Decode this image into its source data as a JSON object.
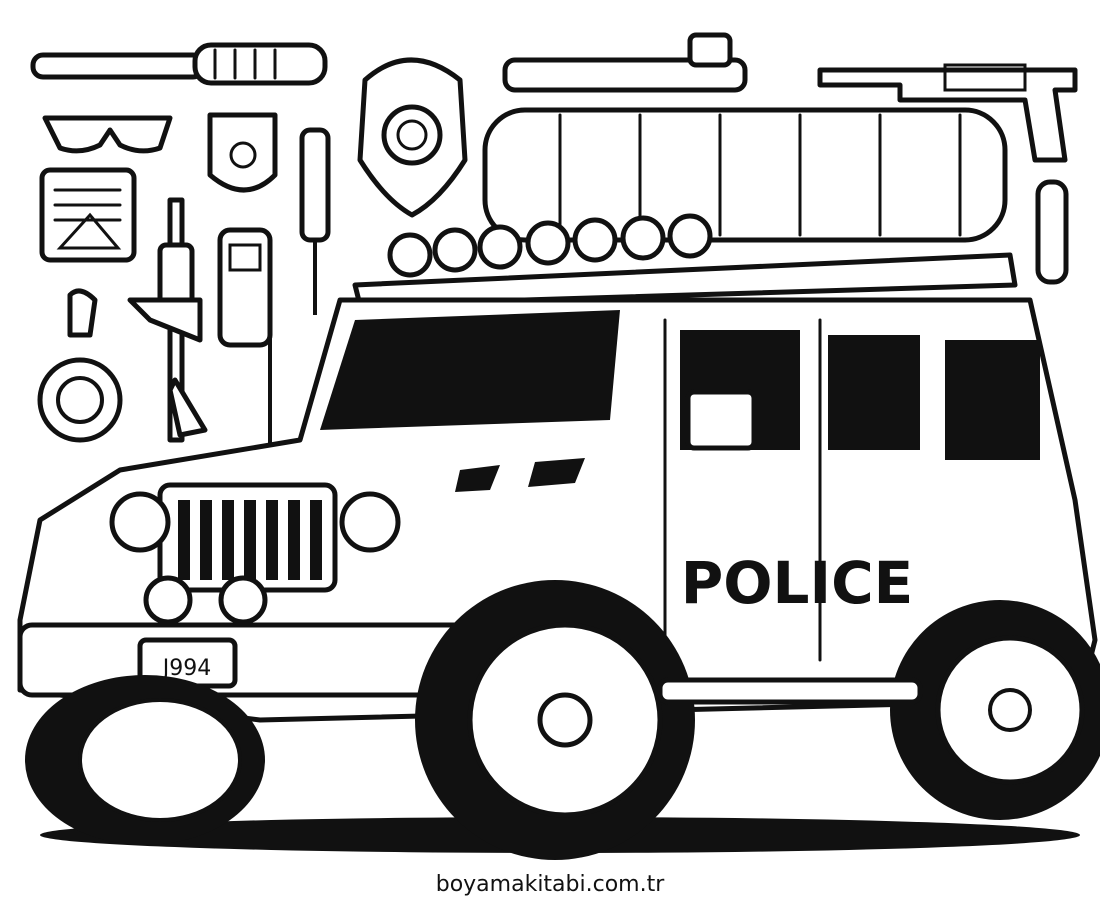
{
  "illustration": {
    "vehicle_door_text": "POLICE",
    "license_plate": "J994",
    "colors": {
      "line": "#111111",
      "background": "#ffffff"
    }
  },
  "footer": {
    "site": "boyamakitabi.com.tr"
  }
}
